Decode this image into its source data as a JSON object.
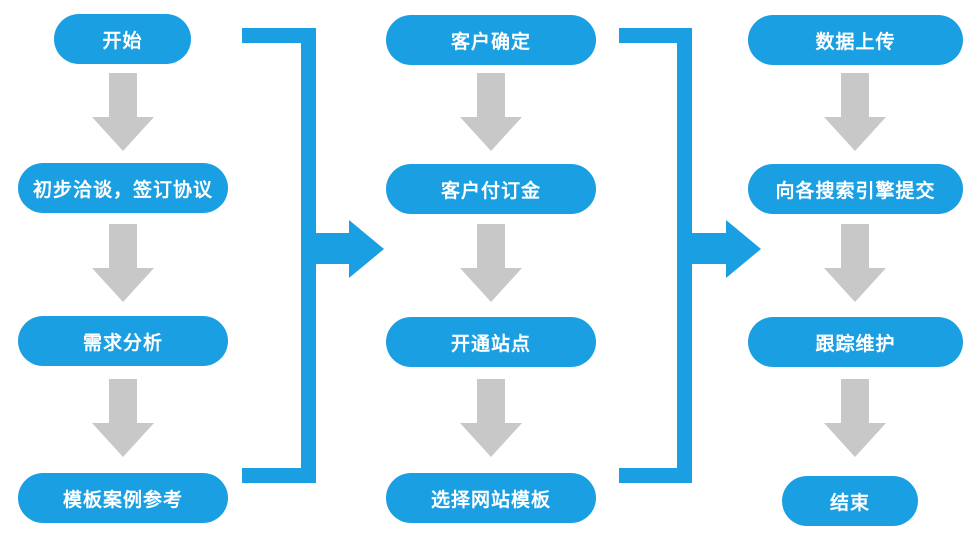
{
  "flowchart": {
    "node_color": "#1a9fe3",
    "down_arrow_color": "#c8c8c8",
    "text_color": "#ffffff",
    "columns": [
      {
        "name": "left",
        "nodes": [
          {
            "label": "开始"
          },
          {
            "label": "初步洽谈，签订协议"
          },
          {
            "label": "需求分析"
          },
          {
            "label": "模板案例参考"
          }
        ]
      },
      {
        "name": "middle",
        "nodes": [
          {
            "label": "客户确定"
          },
          {
            "label": "客户付订金"
          },
          {
            "label": "开通站点"
          },
          {
            "label": "选择网站模板"
          }
        ]
      },
      {
        "name": "right",
        "nodes": [
          {
            "label": "数据上传"
          },
          {
            "label": "向各搜索引擎提交"
          },
          {
            "label": "跟踪维护"
          },
          {
            "label": "结束"
          }
        ]
      }
    ]
  }
}
